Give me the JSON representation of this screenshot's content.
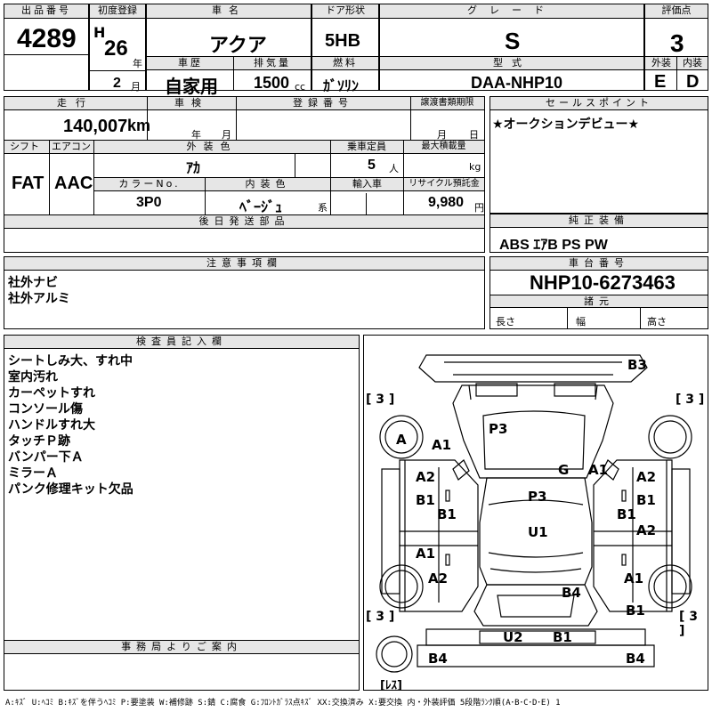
{
  "header": {
    "lot_label": "出品番号",
    "lot_number": "4289",
    "reg_label": "初度登録",
    "era": "H",
    "year": "26",
    "year_unit": "年",
    "month": "2",
    "month_unit": "月",
    "name_label": "車名",
    "car_name": "アクア",
    "history_label": "車歴",
    "history": "自家用",
    "displacement_label": "排気量",
    "displacement": "1500",
    "cc": "cc",
    "door_label": "ドア形状",
    "door": "5HB",
    "fuel_label": "燃料",
    "fuel": "ｶﾞｿﾘﾝ",
    "grade_label": "グレード",
    "grade": "S",
    "model_label": "型式",
    "model": "DAA-NHP10",
    "score_label": "評価点",
    "score": "3",
    "ext_label": "外装",
    "ext": "E",
    "int_label": "内装",
    "int": "D"
  },
  "row2": {
    "mileage_label": "走行",
    "mileage": "140,007",
    "km": "km",
    "inspection_label": "車検",
    "year_unit": "年",
    "month_unit": "月",
    "reg_no_label": "登録番号",
    "transfer_label": "譲渡書類期限",
    "transfer_month": "月",
    "transfer_day": "日",
    "shift_label": "シフト",
    "shift": "FAT",
    "ac_label": "エアコン",
    "ac": "AAC",
    "color_label": "外装色",
    "color": "ｱｶ",
    "capacity_label": "乗車定員",
    "capacity": "5",
    "person": "人",
    "load_label": "最大積載量",
    "kg": "kg",
    "color_no_label": "カラーNo.",
    "color_no": "3P0",
    "interior_label": "内装色",
    "interior": "ﾍﾞｰｼﾞｭ",
    "kei": "系",
    "import_label": "輸入車",
    "recycle_label": "リサイクル預託金",
    "recycle": "9,980",
    "yen": "円",
    "later_label": "後日発送部品"
  },
  "sales": {
    "label": "セールスポイント",
    "text": "★オークションデビュー★"
  },
  "equipment": {
    "label": "純正装備",
    "text": "ABS ｴｱB PS PW"
  },
  "notes": {
    "label": "注意事項欄",
    "lines": [
      "社外ナビ",
      "社外アルミ"
    ]
  },
  "chassis": {
    "label": "車台番号",
    "number": "NHP10-6273463",
    "spec_label": "諸元",
    "length": "長さ",
    "width": "幅",
    "height": "高さ"
  },
  "inspector": {
    "label": "検査員記入欄",
    "lines": [
      "シートしみ大、すれ中",
      "室内汚れ",
      "カーペットすれ",
      "コンソール傷",
      "ハンドルすれ大",
      "タッチＰ跡",
      "バンパー下Ａ",
      "ミラーＡ",
      "パンク修理キット欠品"
    ]
  },
  "office": {
    "label": "事務局よりご案内"
  },
  "diagram": {
    "tire_tl": "[ 3 ]",
    "tire_tr": "[ 3 ]",
    "tire_bl": "[ 3 ]",
    "tire_br": "[ 3 ]",
    "spare": "[ﾚｽ]",
    "marks": {
      "b3": "B3",
      "p3_top": "P3",
      "a_left": "A",
      "a1_hood": "A1",
      "g": "G",
      "a1_ws": "A1",
      "a2_lf": "A2",
      "b1_lf": "B1",
      "b1_lf2": "B1",
      "p3_roof": "P3",
      "u1": "U1",
      "a1_lr": "A1",
      "a2_lr": "A2",
      "b4": "B4",
      "a2_rf": "A2",
      "b1_rf": "B1",
      "b1_rf2": "B1",
      "a2_rr": "A2",
      "a1_rr": "A1",
      "b1_rr": "B1",
      "u2": "U2",
      "b1_back": "B1",
      "b4_bl": "B4",
      "b4_br": "B4"
    }
  },
  "legend": "A:ｷｽﾞ U:ﾍｺﾐ B:ｷｽﾞを伴うﾍｺﾐ P:要塗装 W:補修跡 S:錆 C:腐食 G:ﾌﾛﾝﾄｶﾞﾗｽ点ｷｽﾞ XX:交換済み X:要交換 内・外装評価 5段階ﾗﾝｸ順(A･B･C･D･E) 1"
}
